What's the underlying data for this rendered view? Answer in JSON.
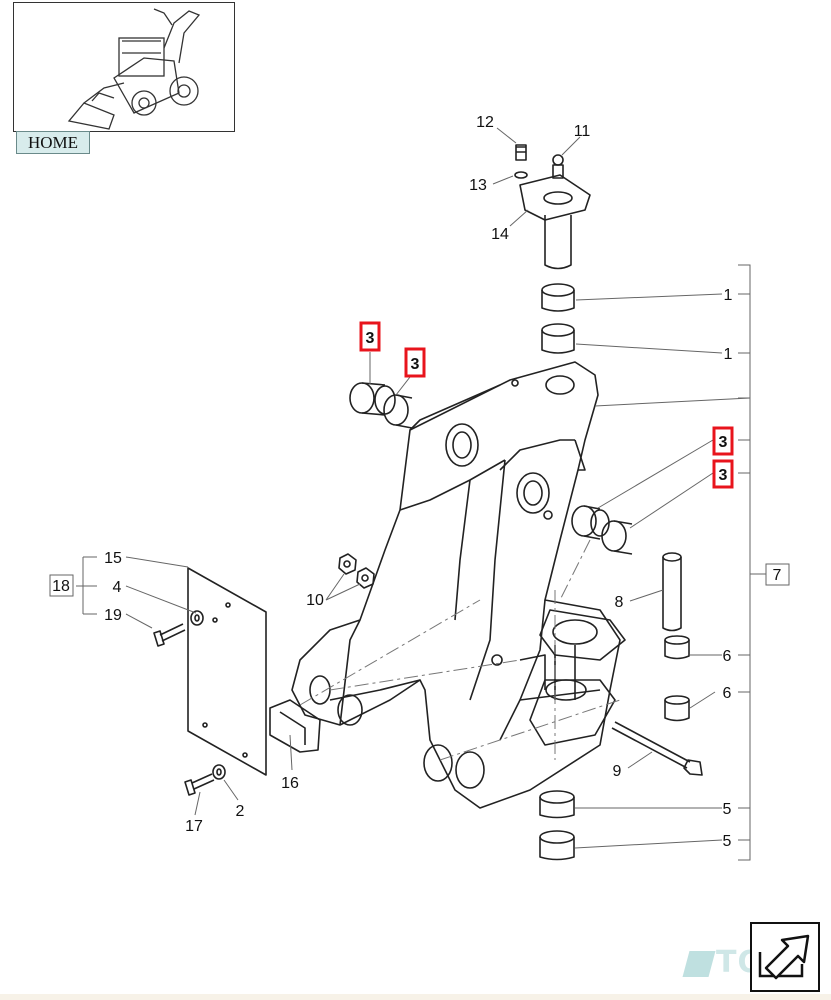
{
  "home_button": {
    "label": "HOME"
  },
  "navigation": {
    "next_page_icon": "arrow-next-page-icon"
  },
  "watermark": {
    "text": "TOC",
    "color": "#cfe7e7"
  },
  "colors": {
    "highlight": "#e8141c",
    "line": "#222222",
    "leader": "#666666"
  },
  "callouts": {
    "c12": "12",
    "c11": "11",
    "c13": "13",
    "c14": "14",
    "c1a": "1",
    "c1b": "1",
    "c3a": "3",
    "c3b": "3",
    "c3c": "3",
    "c3d": "3",
    "c7": "7",
    "c15": "15",
    "c4": "4",
    "c18": "18",
    "c19": "19",
    "c10": "10",
    "c8": "8",
    "c6a": "6",
    "c6b": "6",
    "c9": "9",
    "c16": "16",
    "c17": "17",
    "c2": "2",
    "c5a": "5",
    "c5b": "5"
  }
}
